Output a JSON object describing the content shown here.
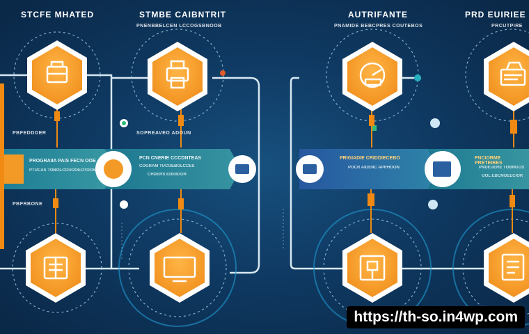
{
  "titles": {
    "top_left": "STCFE MHATED",
    "top_center_left": "STMBE CAIBNTRIT",
    "top_center_left_sub": "PNENBBELCEN LCCOGSBNOOB",
    "top_center_right": "AUTRIFANTE",
    "top_center_right_sub": "PNAMIDE BEBCPRES COUTEBOS",
    "top_right": "PRD EUIRIEE",
    "top_right_sub": "PRCUTPIRE"
  },
  "banners": {
    "left": [
      "PROGRAIIA PAIS FECN OOE",
      "PTUCAS TOBOLCOUOOEOTOOS"
    ],
    "center_left": [
      "PCN CNERIE CCCDNTEAS",
      "COGRAM TUCOEBOLCCES",
      "CHDERS EDEIIDOR"
    ],
    "center_right": [
      "PRIGIADIE CRIDDIECEBO",
      "POCR AIDENC APRHOON"
    ],
    "right": [
      "FNCIORME PRETEIBES",
      "PNDEUERE TOBNGOS",
      "GOL EBCNOEECIOR"
    ]
  },
  "labels": {
    "left_small_1": "PBFEDDOER",
    "left_small_2": "PBFRBONE",
    "center_small": "SOPREAVEO ADOUN"
  },
  "nodes": [
    {
      "id": "node-top-1",
      "icon": "toolbox-icon"
    },
    {
      "id": "node-top-2",
      "icon": "printer-icon"
    },
    {
      "id": "node-top-3",
      "icon": "gauge-icon"
    },
    {
      "id": "node-top-4",
      "icon": "cart-icon"
    },
    {
      "id": "node-bottom-1",
      "icon": "document-icon"
    },
    {
      "id": "node-bottom-2",
      "icon": "monitor-icon"
    },
    {
      "id": "node-bottom-3",
      "icon": "building-icon"
    },
    {
      "id": "node-bottom-4",
      "icon": "checklist-icon"
    }
  ],
  "colors": {
    "hexagon": "#f39a26",
    "hexagon_ring": "#ffffff",
    "banner_teal": "#2a8aa0",
    "banner_blue": "#2a5fa0",
    "line": "#d8e8f2",
    "accent_orange": "#f08a12"
  },
  "watermark": "https://th-so.in4wp.com"
}
